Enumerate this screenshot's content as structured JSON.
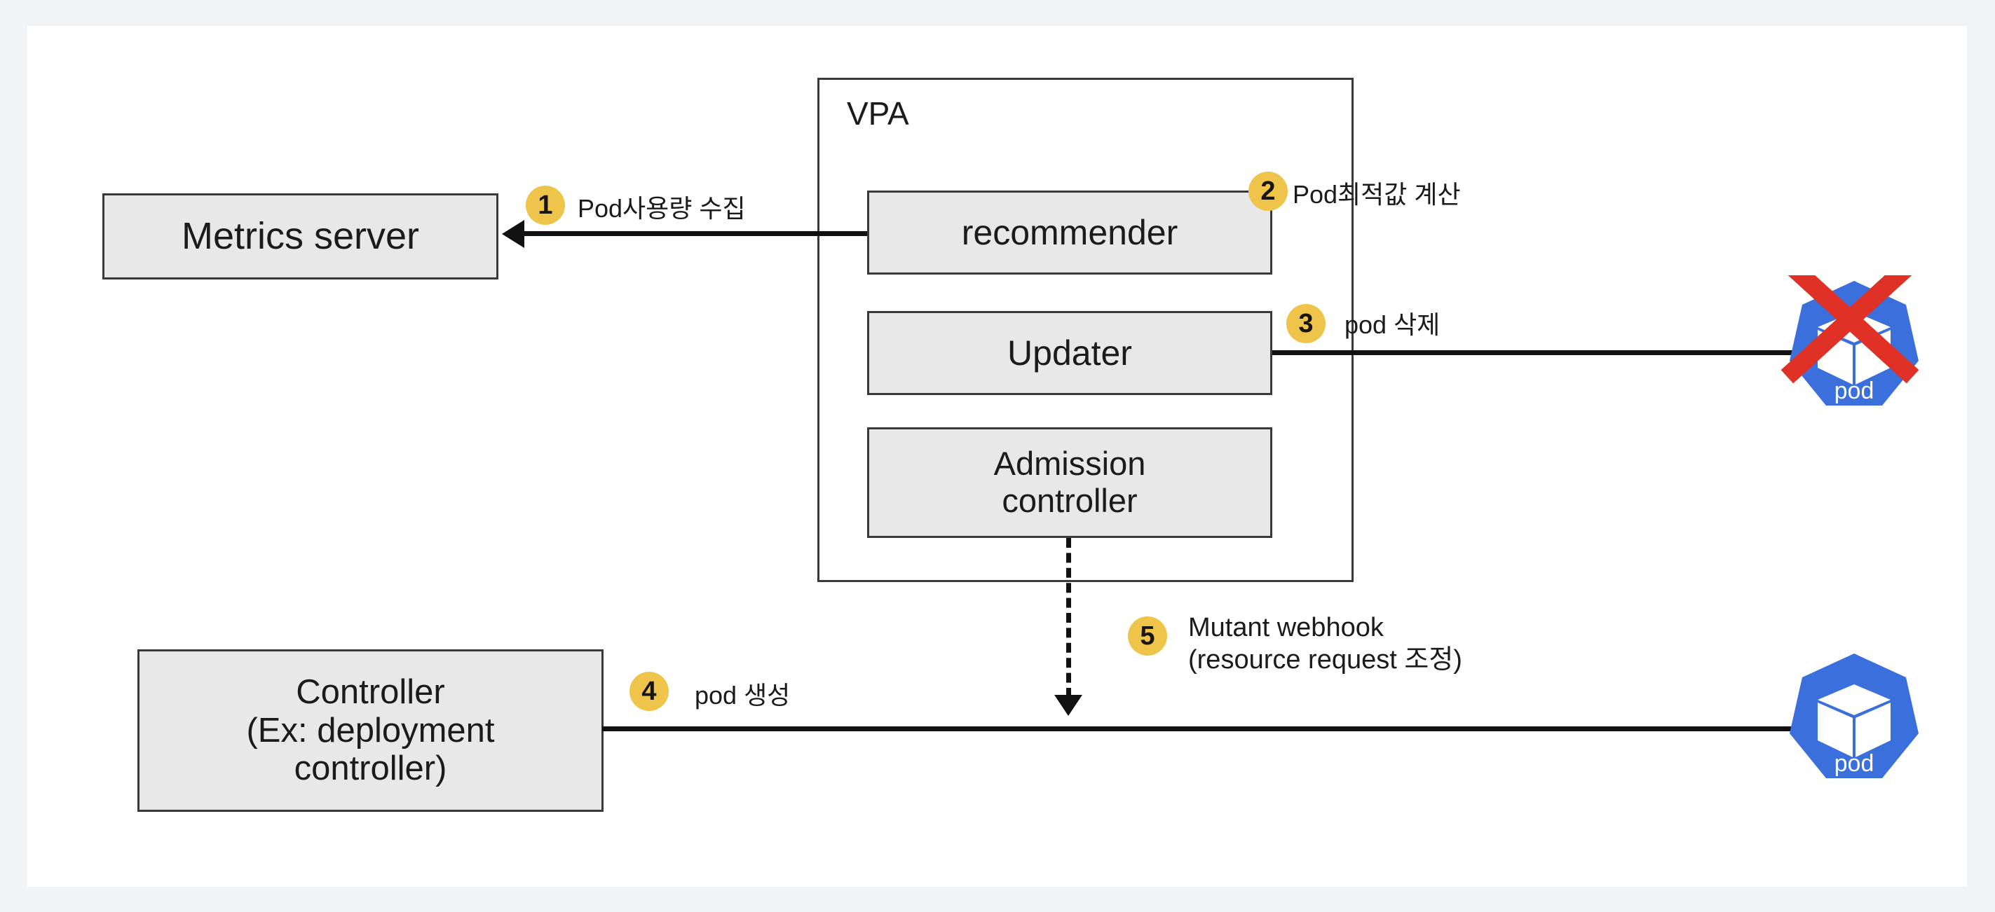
{
  "diagram": {
    "title_box": "VPA",
    "nodes": {
      "metrics_server": "Metrics server",
      "recommender": "recommender",
      "updater": "Updater",
      "admission_controller": "Admission\ncontroller",
      "controller": "Controller\n(Ex: deployment\ncontroller)",
      "pod_deleted": "pod",
      "pod_created": "pod"
    },
    "steps": [
      {
        "number": "1",
        "label": "Pod사용량 수집"
      },
      {
        "number": "2",
        "label": "Pod최적값 계산"
      },
      {
        "number": "3",
        "label": "pod 삭제"
      },
      {
        "number": "4",
        "label": "pod 생성"
      },
      {
        "number": "5",
        "label": "Mutant webhook\n(resource request 조정)"
      }
    ],
    "colors": {
      "badge": "#efc44a",
      "box_fill": "#e8e8e8",
      "box_border": "#3a3a3a",
      "line": "#111111",
      "pod_blue": "#3a6fdc",
      "delete_red": "#e03127",
      "page_background": "#f2f3f5",
      "card_background": "#ffffff"
    }
  }
}
